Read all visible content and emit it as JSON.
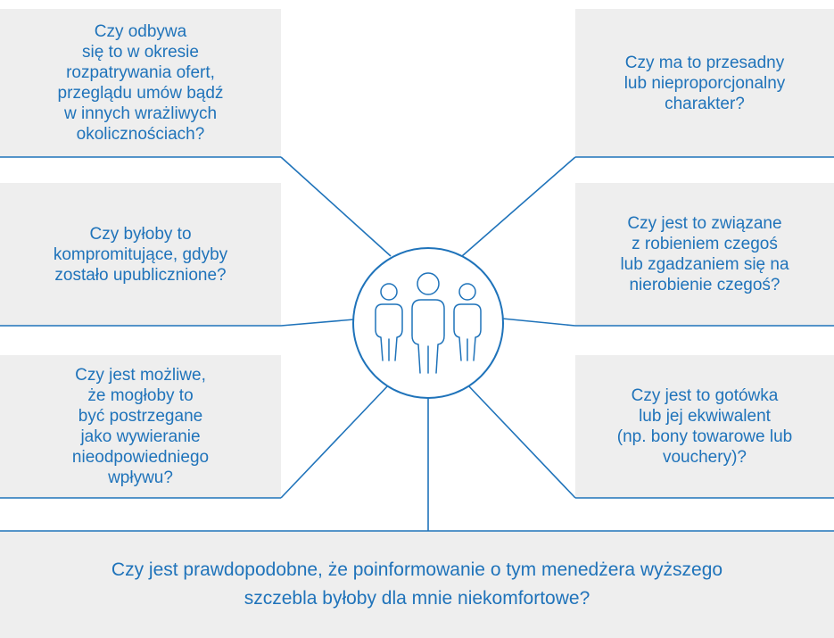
{
  "colors": {
    "accent": "#1f73ba",
    "box_bg": "#eeeeee",
    "circle_bg": "#ffffff"
  },
  "center": {
    "icon": "group-of-people-icon"
  },
  "questions": {
    "top_left": "Czy odbywa\nsię to w okresie\nrozpatrywania ofert,\nprzeglądu umów bądź\nw innych wrażliwych\nokolicznościach?",
    "mid_left": "Czy byłoby to\nkompromitujące, gdyby\nzostało upublicznione?",
    "bottom_left": "Czy jest możliwe,\nże mogłoby to\nbyć postrzegane\njako wywieranie\nnieodpowiedniego\nwpływu?",
    "top_right": "Czy ma to przesadny\nlub nieproporcjonalny\ncharakter?",
    "mid_right": "Czy jest to związane\nz robieniem czegoś\nlub zgadzaniem się na\nnierobienie czegoś?",
    "bottom_right": "Czy jest to gotówka\nlub jej ekwiwalent\n(np. bony towarowe lub\nvouchery)?",
    "bottom": "Czy jest prawdopodobne, że poinformowanie o tym menedżera wyższego\nszczebla byłoby dla mnie niekomfortowe?"
  }
}
